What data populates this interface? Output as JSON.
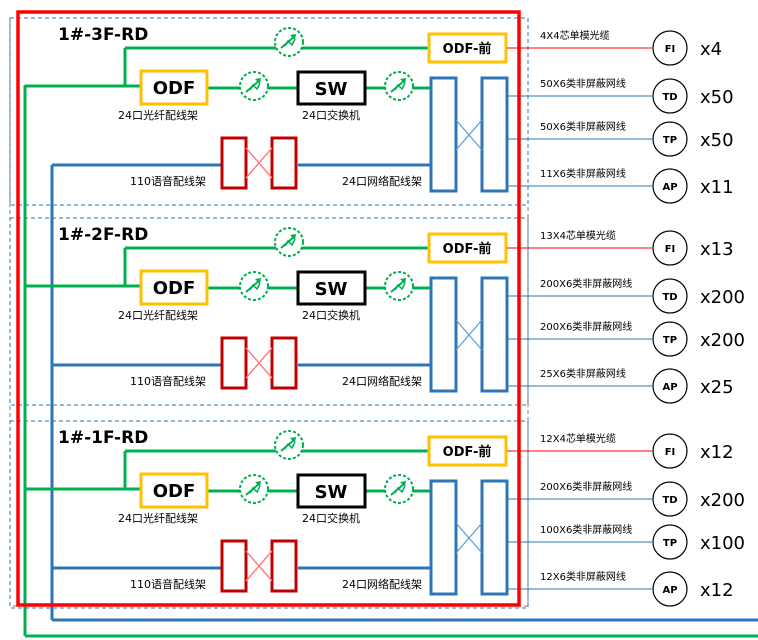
{
  "colors": {
    "green": "#00b050",
    "blue": "#2e75b6",
    "red": "#ff0000",
    "dark_red": "#c00000",
    "yellow": "#ffc000",
    "frame_blue": "#2e75b6"
  },
  "labels": {
    "odf": "ODF",
    "sw": "SW",
    "odf_front": "ODF-前",
    "cap_odf": "24口光纤配线架",
    "cap_sw": "24口交换机",
    "cap_voice": "110语音配线架",
    "cap_net": "24口网络配线架"
  },
  "floors": [
    {
      "title": "1#-3F-RD",
      "devices": [
        {
          "type": "FI",
          "cable": "4X4芯单模光缆",
          "count": "x4"
        },
        {
          "type": "TD",
          "cable": "50X6类非屏蔽网线",
          "count": "x50"
        },
        {
          "type": "TP",
          "cable": "50X6类非屏蔽网线",
          "count": "x50"
        },
        {
          "type": "AP",
          "cable": "11X6类非屏蔽网线",
          "count": "x11"
        }
      ]
    },
    {
      "title": "1#-2F-RD",
      "devices": [
        {
          "type": "FI",
          "cable": "13X4芯单模光缆",
          "count": "x13"
        },
        {
          "type": "TD",
          "cable": "200X6类非屏蔽网线",
          "count": "x200"
        },
        {
          "type": "TP",
          "cable": "200X6类非屏蔽网线",
          "count": "x200"
        },
        {
          "type": "AP",
          "cable": "25X6类非屏蔽网线",
          "count": "x25"
        }
      ]
    },
    {
      "title": "1#-1F-RD",
      "devices": [
        {
          "type": "FI",
          "cable": "12X4芯单模光缆",
          "count": "x12"
        },
        {
          "type": "TD",
          "cable": "200X6类非屏蔽网线",
          "count": "x200"
        },
        {
          "type": "TP",
          "cable": "100X6类非屏蔽网线",
          "count": "x100"
        },
        {
          "type": "AP",
          "cable": "12X6类非屏蔽网线",
          "count": "x12"
        }
      ]
    }
  ]
}
